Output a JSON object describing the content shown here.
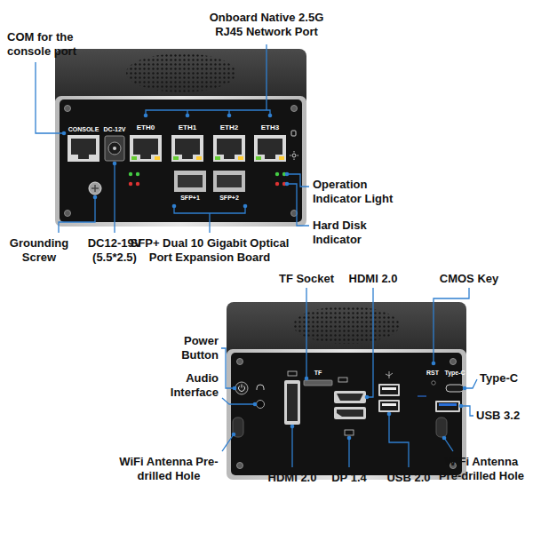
{
  "diagram": {
    "labels": [
      "Onboard Native 2.5G RJ45 Network Port",
      "COM for the console port",
      "CONSOLE",
      "DC-12V",
      "ETH0",
      "ETH1",
      "ETH2",
      "ETH3",
      "SFP+1",
      "SFP+2",
      "Operation Indicator Light",
      "Hard Disk Indicator",
      "Grounding Screw",
      "DC12-19V (5.5*2.5)",
      "SFP+ Dual 10 Gigabit Optical Port Expansion Board",
      "TF Socket",
      "HDMI 2.0",
      "CMOS Key",
      "Power Button",
      "Type-C",
      "Audio Interface",
      "USB 3.2",
      "TF",
      "RST",
      "Type-C",
      "WiFi Antenna Pre-drilled Hole",
      "HDMI 2.0",
      "DP 1.4",
      "USB 2.0",
      "WiFi Antenna Pre-drilled Hole"
    ]
  }
}
